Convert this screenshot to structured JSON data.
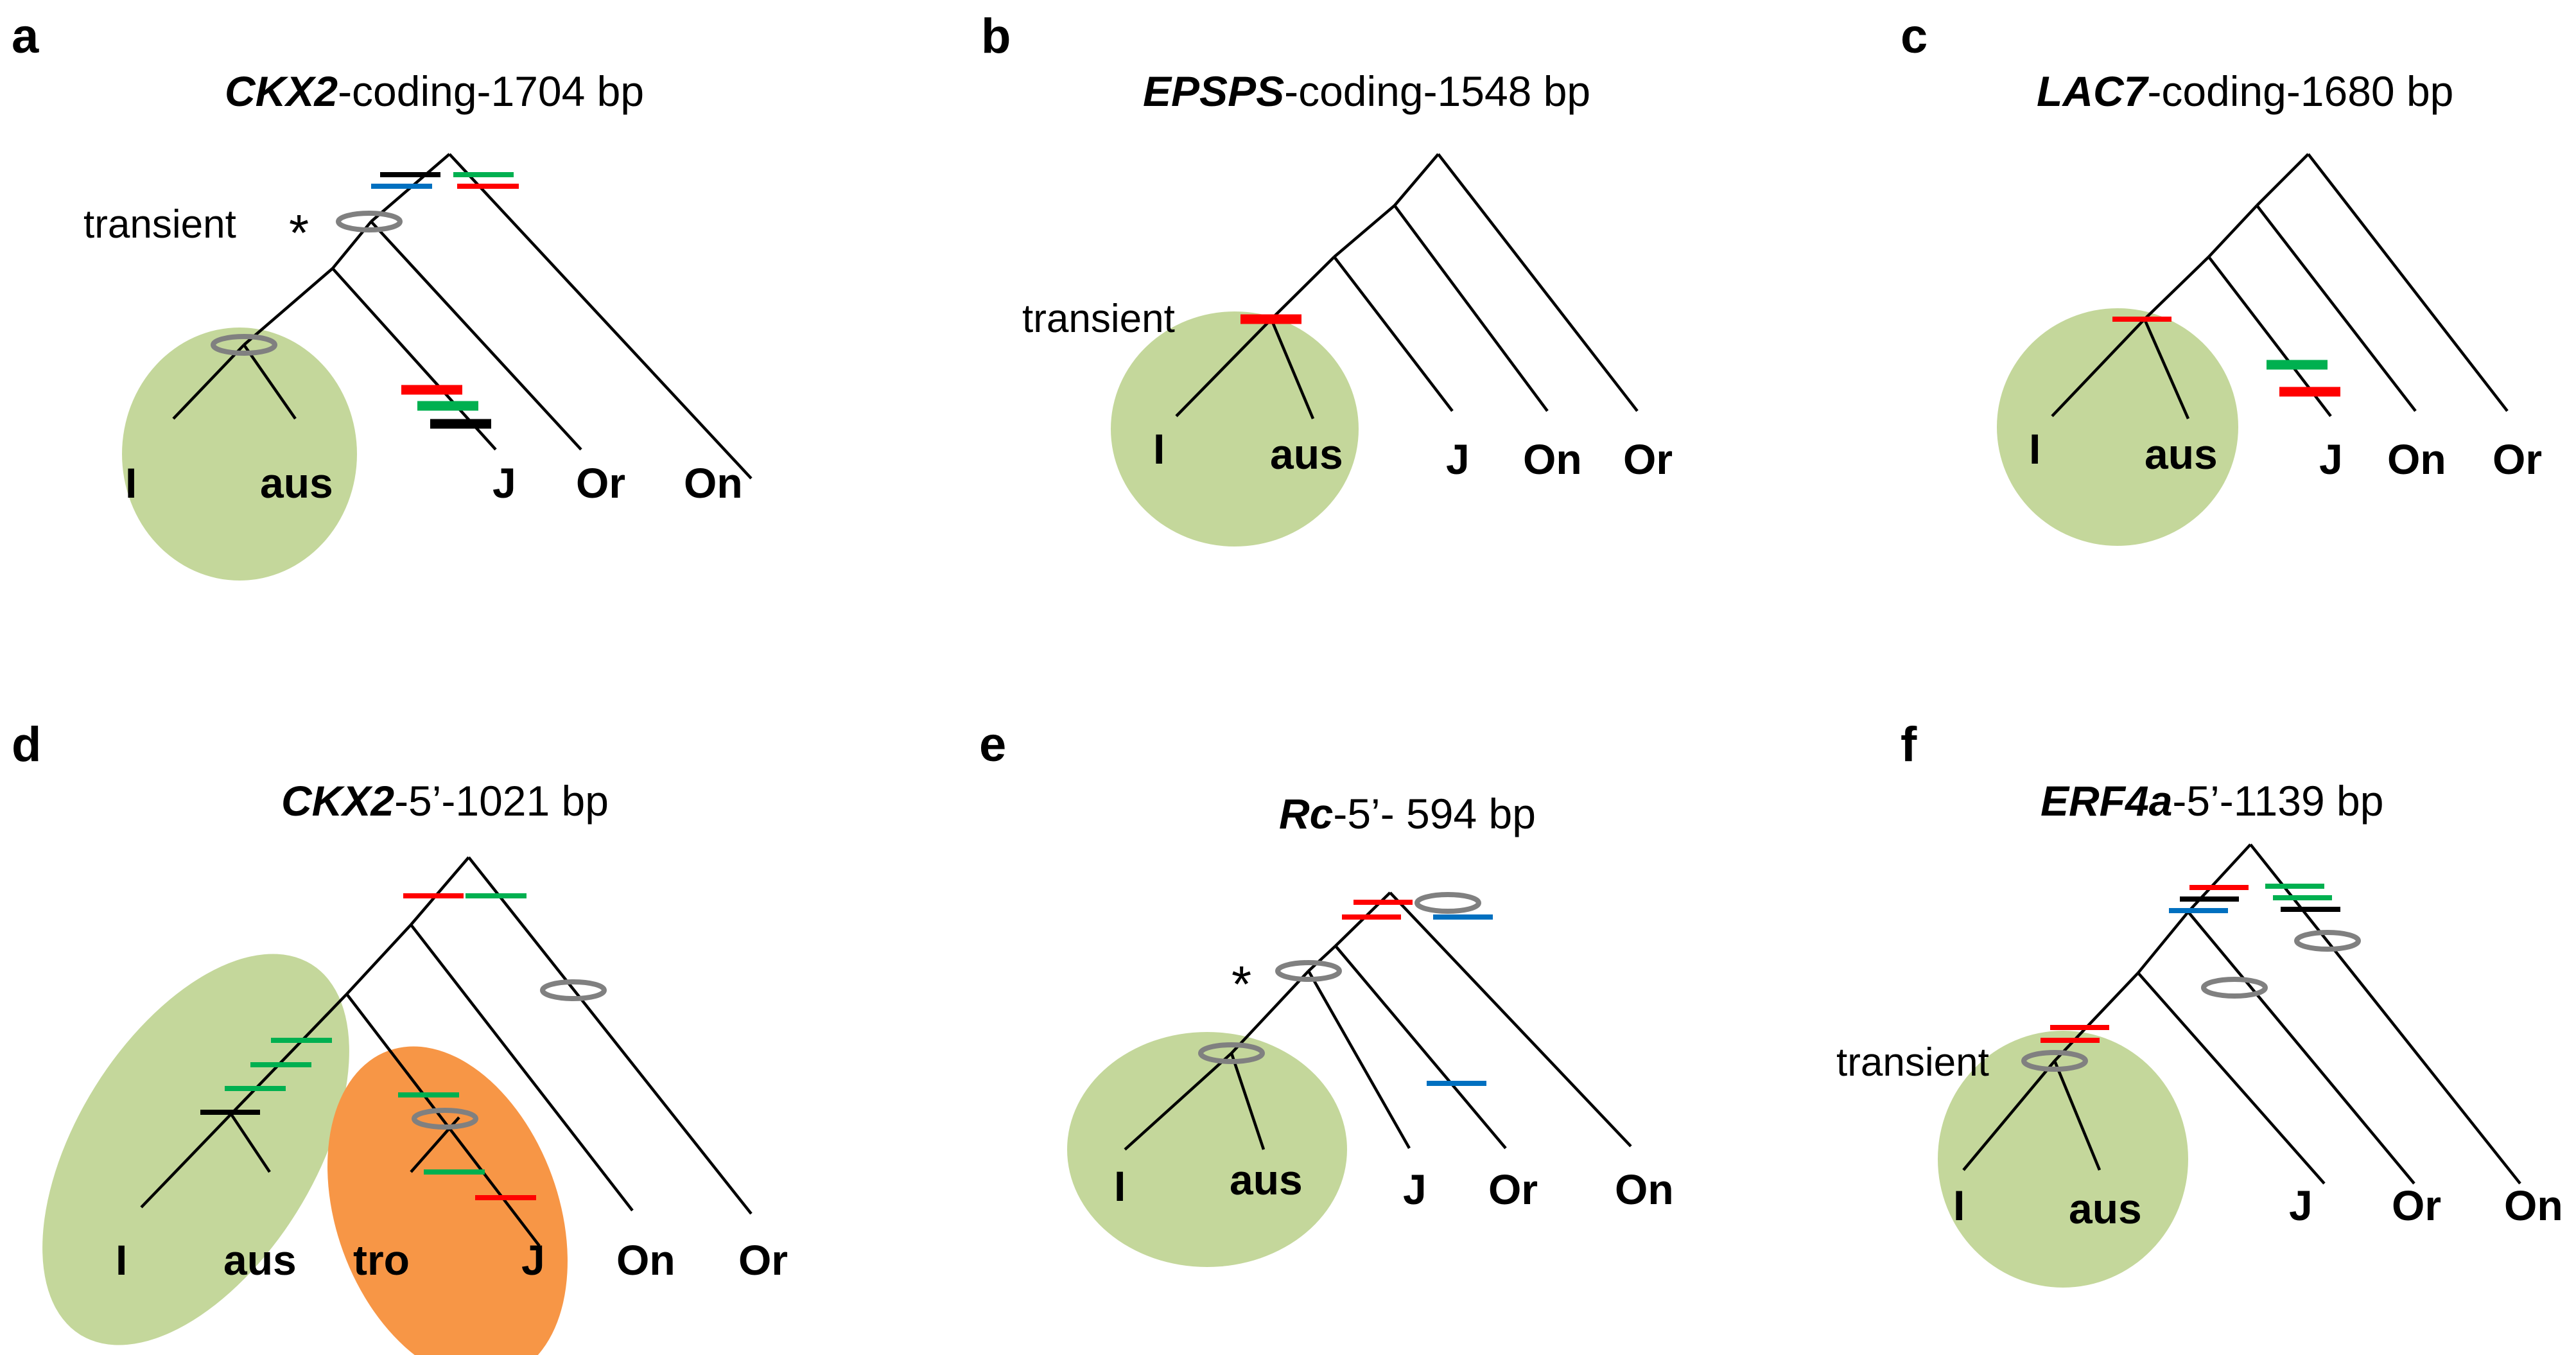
{
  "colors": {
    "red": "#ff0000",
    "green": "#00b050",
    "blue": "#0070c0",
    "black": "#000000",
    "gray": "#808080",
    "clade_green": "#c4d79b",
    "clade_orange": "#f79646"
  },
  "panels": {
    "a": {
      "letter": "a",
      "gene": "CKX2",
      "title_rest": "-coding-1704 bp",
      "tips": [
        "I",
        "aus",
        "J",
        "Or",
        "On"
      ],
      "note": "transient",
      "star": "*"
    },
    "b": {
      "letter": "b",
      "gene": "EPSPS",
      "title_rest": "-coding-1548 bp",
      "tips": [
        "I",
        "aus",
        "J",
        "On",
        "Or"
      ],
      "note": "transient"
    },
    "c": {
      "letter": "c",
      "gene": "LAC7",
      "title_rest": "-coding-1680 bp",
      "tips": [
        "I",
        "aus",
        "J",
        "On",
        "Or"
      ]
    },
    "d": {
      "letter": "d",
      "gene": "CKX2",
      "title_rest": "-5’-1021 bp",
      "tips": [
        "I",
        "aus",
        "tro",
        "J",
        "On",
        "Or"
      ]
    },
    "e": {
      "letter": "e",
      "gene": "Rc",
      "title_rest": "-5’- 594 bp",
      "tips": [
        "I",
        "aus",
        "J",
        "Or",
        "On"
      ],
      "star": "*"
    },
    "f": {
      "letter": "f",
      "gene": "ERF4a",
      "title_rest": "-5’-1139 bp",
      "tips": [
        "I",
        "aus",
        "J",
        "Or",
        "On"
      ],
      "note": "transient"
    }
  }
}
